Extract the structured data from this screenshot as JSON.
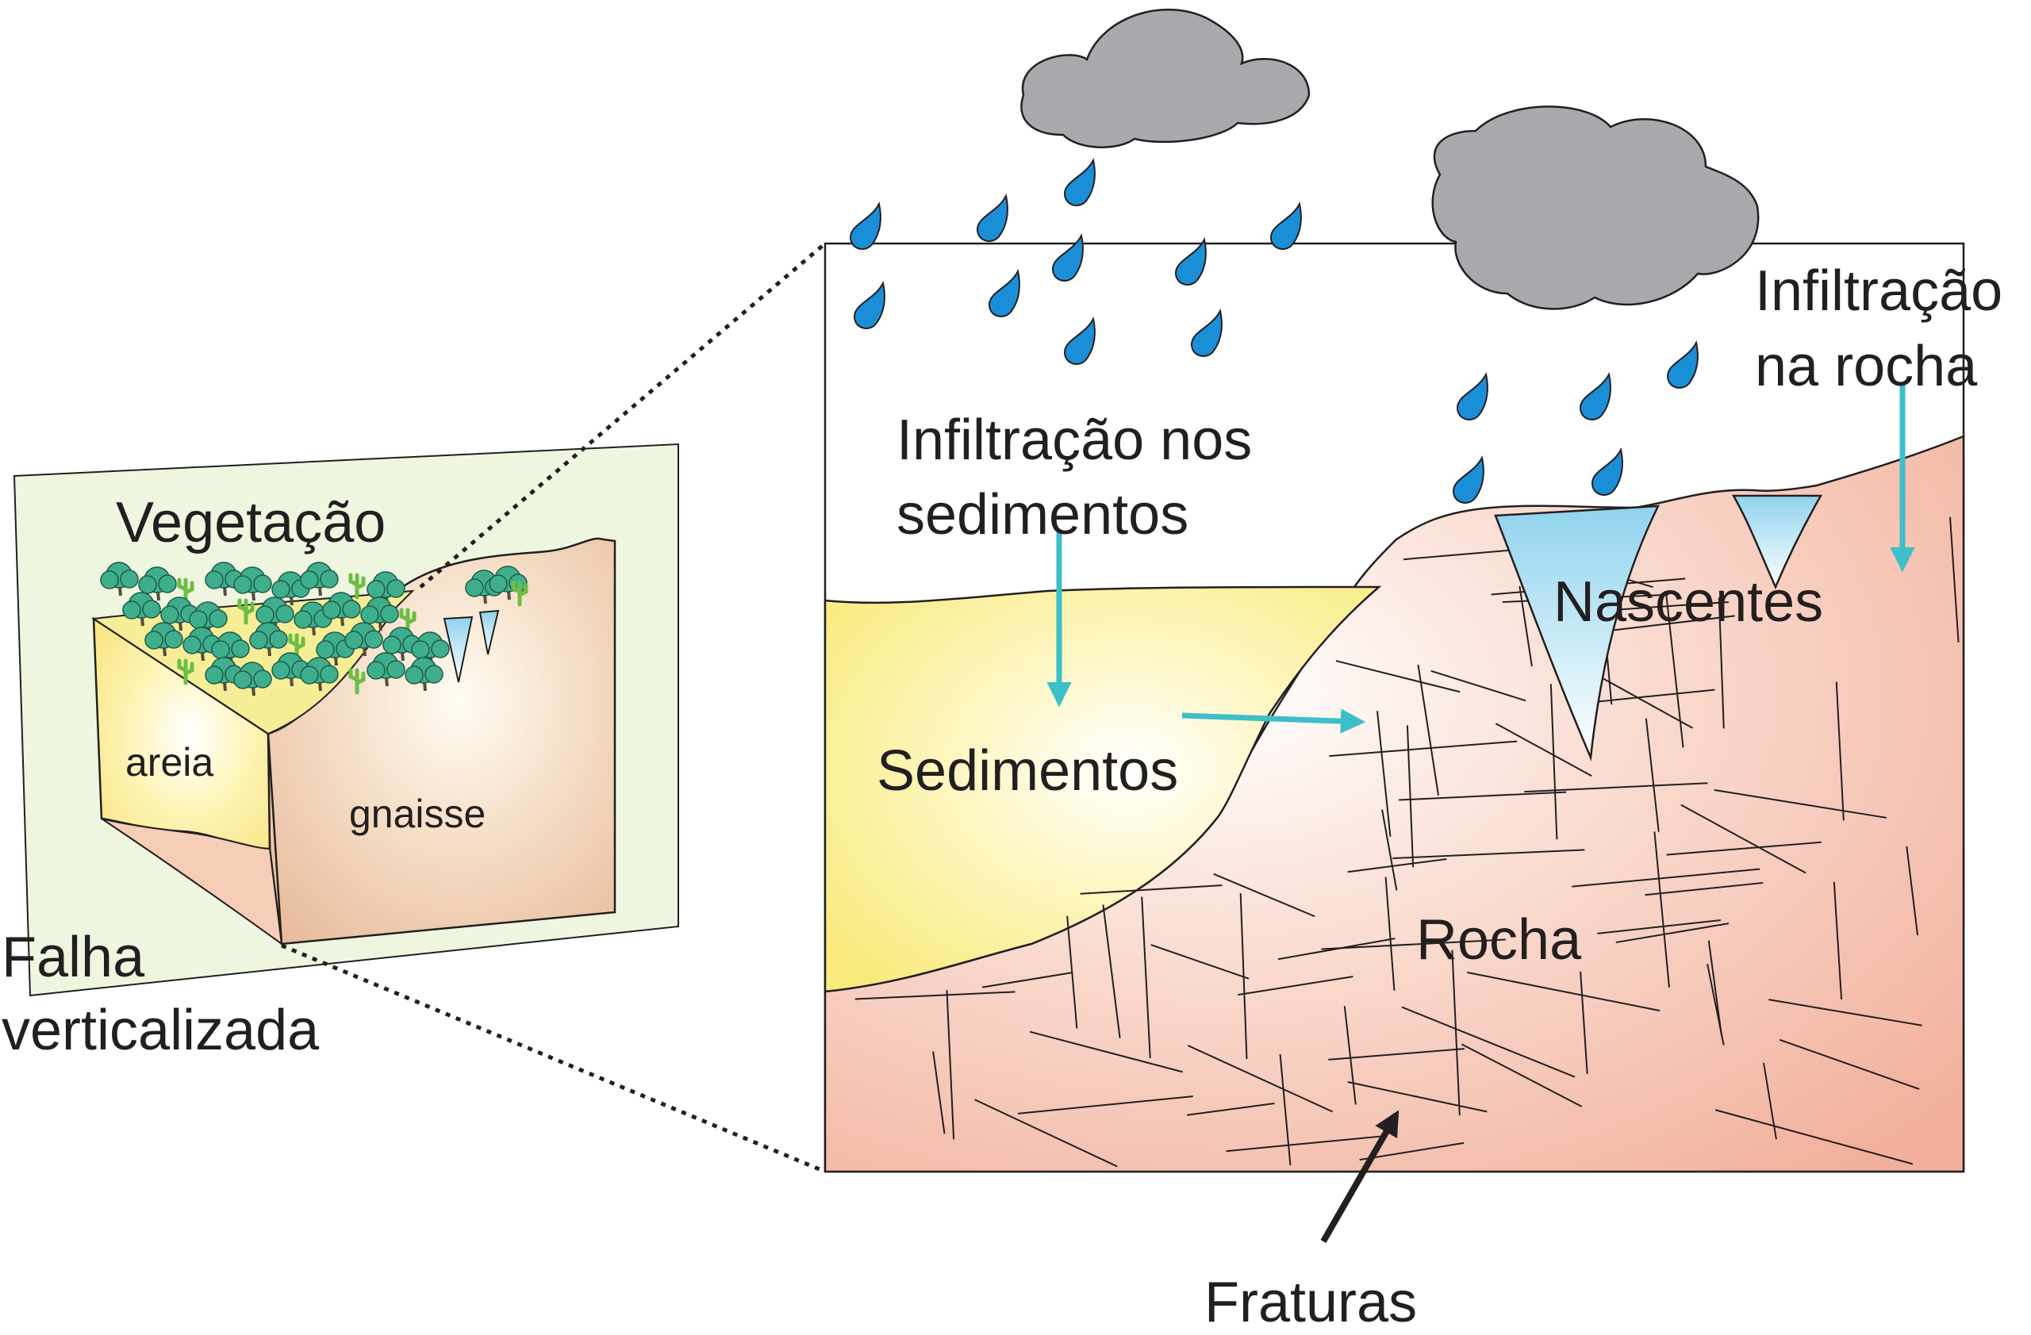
{
  "inset": {
    "vegetation": "Vegetação",
    "sand": "areia",
    "gneiss": "gnaisse",
    "fault_line1": "Falha",
    "fault_line2": "verticalizada"
  },
  "main": {
    "infiltration_sediments_line1": "Infiltração nos",
    "infiltration_sediments_line2": "sedimentos",
    "infiltration_rock_line1": "Infiltração",
    "infiltration_rock_line2": "na rocha",
    "springs": "Nascentes",
    "sediments": "Sedimentos",
    "rock": "Rocha",
    "fractures": "Fraturas"
  },
  "colors": {
    "sediment": "#fbef8e",
    "rock": "#f4b9a4",
    "water": "#3cbfc9",
    "raindrop": "#1b8ed8",
    "cloud": "#a7a9ac",
    "spring": "#8fd3ee",
    "inset_panel": "#eef6e0",
    "tree": "#3fae8c"
  }
}
